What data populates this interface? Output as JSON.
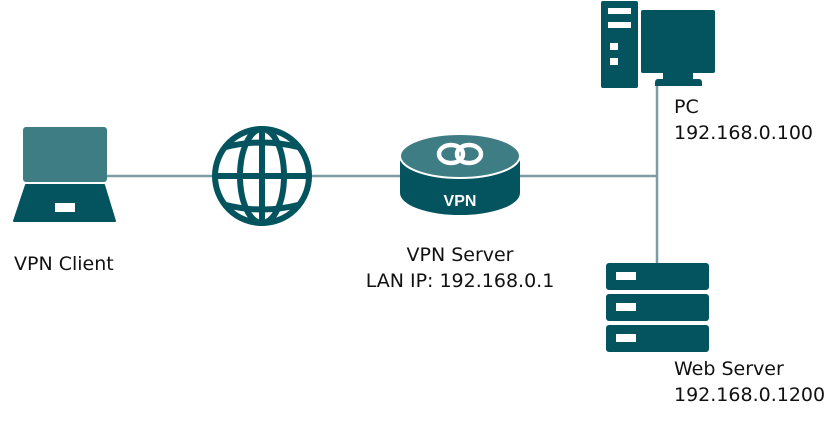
{
  "colors": {
    "dark": "#03545F",
    "mid": "#3F7D84",
    "line": "#7A9EA3",
    "white": "#ffffff"
  },
  "nodes": {
    "client": {
      "icon": "laptop-icon",
      "label": "VPN Client"
    },
    "internet": {
      "icon": "globe-icon"
    },
    "vpn_server": {
      "icon": "vpn-router-icon",
      "badge": "VPN",
      "line1": "VPN Server",
      "line2": "LAN IP: 192.168.0.1"
    },
    "pc": {
      "icon": "desktop-pc-icon",
      "line1": "PC",
      "line2": "192.168.0.100"
    },
    "web_server": {
      "icon": "server-rack-icon",
      "line1": "Web Server",
      "line2": "192.168.0.1200"
    }
  },
  "links": [
    {
      "from": "client",
      "to": "internet"
    },
    {
      "from": "internet",
      "to": "vpn_server"
    },
    {
      "from": "vpn_server",
      "to": "lan_switch"
    },
    {
      "from": "lan_switch",
      "to": "pc"
    },
    {
      "from": "lan_switch",
      "to": "web_server"
    }
  ]
}
